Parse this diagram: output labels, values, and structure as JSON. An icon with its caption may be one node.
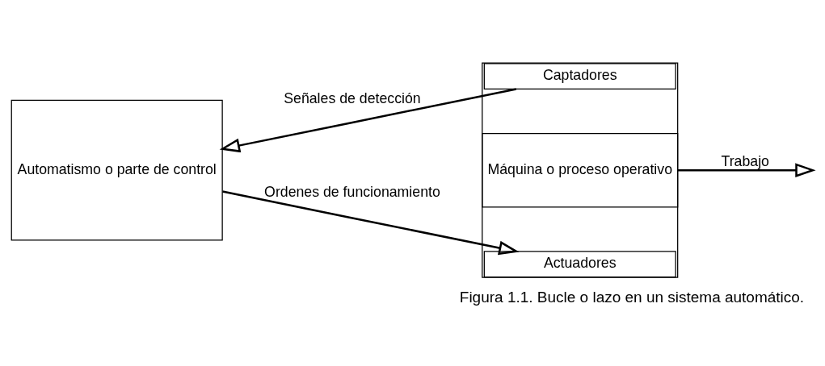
{
  "diagram": {
    "caption": "Figura 1.1. Bucle o lazo en un sistema automático.",
    "nodes": [
      {
        "text": [
          "Automatismo o parte de control"
        ]
      },
      {
        "text": [],
        "shape": "box"
      },
      {
        "text": [
          "Captadores"
        ],
        "in": 1
      },
      {
        "text": [
          "Máquina o proceso operativo"
        ],
        "in": 1
      },
      {
        "text": [
          "Actuadores"
        ],
        "in": 1
      }
    ],
    "edges": [
      {
        "from": 2,
        "to": 0,
        "arrow": "to",
        "label": "Señales de detección"
      },
      {
        "from": 0,
        "to": 4,
        "arrow": "to",
        "label": "Ordenes de funcionamiento"
      },
      {
        "from": 3,
        "to": null,
        "arrow": "to",
        "label": "Trabajo"
      }
    ]
  }
}
